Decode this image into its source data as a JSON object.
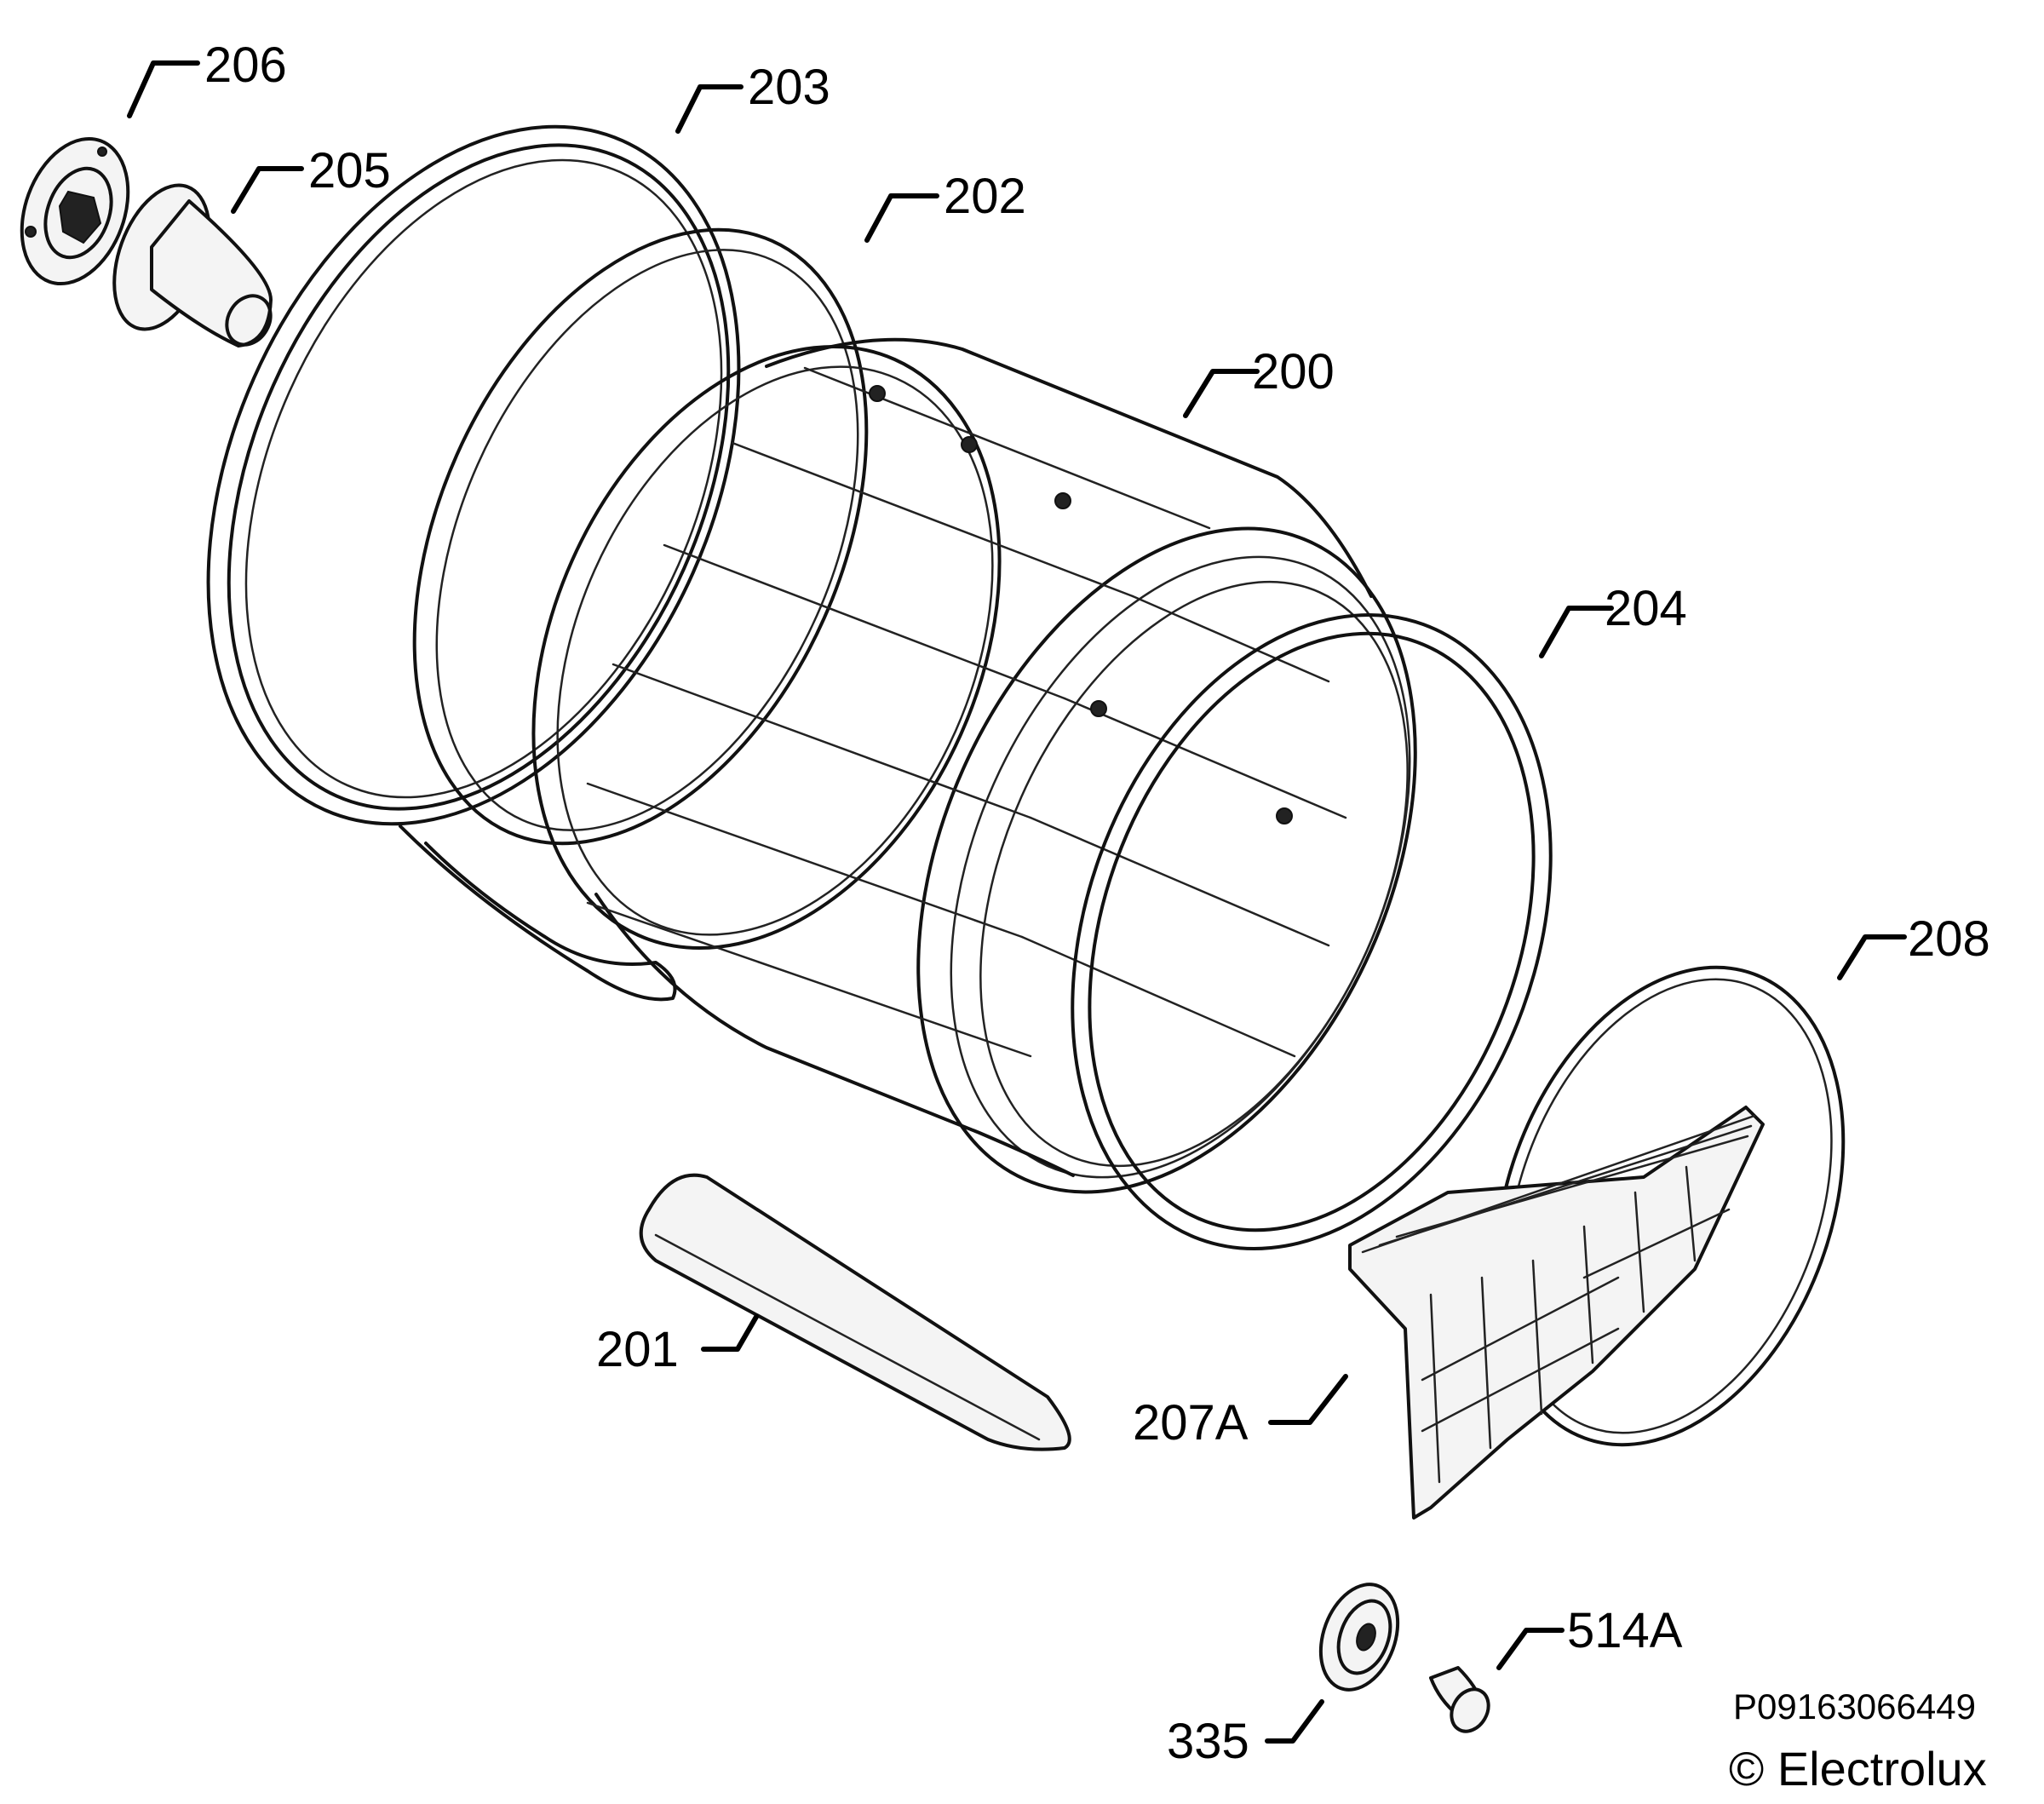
{
  "labels": {
    "p206": "206",
    "p205": "205",
    "p203": "203",
    "p202": "202",
    "p200": "200",
    "p204": "204",
    "p208": "208",
    "p201": "201",
    "p207a": "207A",
    "p514a": "514A",
    "p335": "335"
  },
  "footer": {
    "doc_id": "P09163066449",
    "copyright": "© Electrolux"
  }
}
